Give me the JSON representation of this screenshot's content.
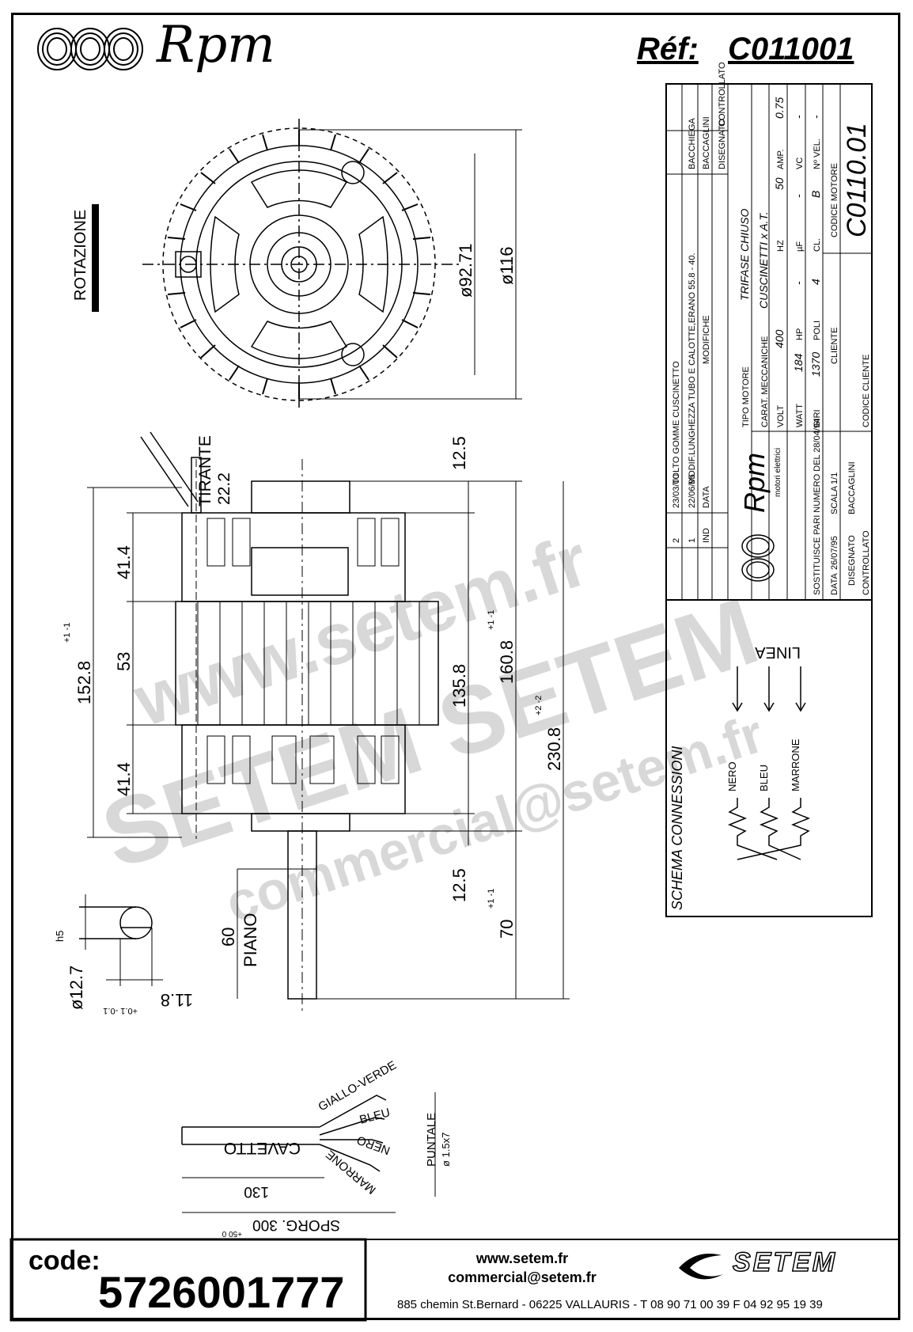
{
  "header": {
    "brand": "Rpm",
    "reference_label": "Réf:",
    "reference_value": "C011001"
  },
  "drawing": {
    "rotation_label": "ROTAZIONE",
    "dim_diameter_inner": "ø92.71",
    "dim_diameter_outer": "ø116",
    "tirante_label": "TIRANTE",
    "dim_22_2": "22.2",
    "dim_12_5_top": "12.5",
    "dim_41_4_top": "41.4",
    "dim_53": "53",
    "dim_41_4_bottom": "41.4",
    "dim_152_8": "152.8",
    "dim_152_8_tol": "+1 -1",
    "dim_135_8": "135.8",
    "dim_160_8": "160.8",
    "dim_160_8_tol": "+1 -1",
    "dim_230_8": "230.8",
    "dim_230_8_tol": "+2 -2",
    "dim_12_5_bottom": "12.5",
    "dim_70": "70",
    "dim_70_tol": "+1 -1",
    "dim_60": "60",
    "piano_label": "PIANO",
    "dim_shaft_diameter": "ø12.7",
    "dim_shaft_fit": "h5",
    "dim_11_8": "11.8",
    "dim_11_8_tol": "+0.1 -0.1"
  },
  "cable": {
    "giallo_verde": "GIALLO-VERDE",
    "bleu": "BLEU",
    "nero": "NERO",
    "marrone": "MARRONE",
    "cavetto": "CAVETTO",
    "puntale": "PUNTALE",
    "puntale_dim": "ø 1.5x7",
    "dim_130": "130",
    "sporg": "SPORG. 300",
    "sporg_tol": "+50 0"
  },
  "title_block": {
    "revisions": [
      {
        "ind": "2",
        "data": "23/03/00",
        "modifiche": "TOLTO GOMME CUSCINETTO"
      },
      {
        "ind": "1",
        "data": "22/06/95",
        "modifiche": "MODIF.LUNGHEZZA TUBO E CALOTTE,ERANO 55.8 - 40."
      }
    ],
    "col_ind": "IND",
    "col_data": "DATA",
    "col_modifiche": "MODIFICHE",
    "col_disegnato": "DISEGNATO",
    "col_controllato": "CONTROLLATO",
    "rev_signers": [
      "BACCHIEGA",
      "BACCAGLINI"
    ],
    "tipo_motore_label": "TIPO MOTORE",
    "tipo_motore": "TRIFASE CHIUSO",
    "carat_label": "CARAT. MECCANICHE",
    "carat": "CUSCINETTI x A.T.",
    "volt_label": "VOLT",
    "volt": "400",
    "hz_label": "HZ",
    "hz": "50",
    "amp_label": "AMP.",
    "amp": "0.75",
    "watt_label": "WATT",
    "watt": "184",
    "hp_label": "HP",
    "hp": "-",
    "uf_label": "µF",
    "uf": "-",
    "vc_label": "VC",
    "vc": "-",
    "giri_label": "GIRI",
    "giri": "1370",
    "poli_label": "POLI",
    "poli": "4",
    "cl_label": "CL.",
    "cl": "B",
    "nvel_label": "Nº VEL.",
    "nvel": "-",
    "cliente_label": "CLIENTE",
    "codice_motore_label": "CODICE MOTORE",
    "codice_motore": "C0110.01",
    "brand": "Rpm",
    "brand_sub": "motori elettrici",
    "sostituisce": "SOSTITUISCE PARI NUMERO DEL 28/04/94",
    "data_label": "DATA",
    "data": "26/07/95",
    "scala_label": "SCALA",
    "scala": "1/1",
    "disegnato_label": "DISEGNATO",
    "disegnato": "BACCAGLINI",
    "controllato_label": "CONTROLLATO",
    "codice_cliente_label": "CODICE CLIENTE"
  },
  "schema": {
    "title": "SCHEMA CONNESSIONI",
    "linea": "LINEA",
    "wires": [
      "NERO",
      "BLEU",
      "MARRONE"
    ]
  },
  "watermark": {
    "line1": "www.setem.fr",
    "line2": "SETEM SETEM",
    "line3": "commercial@setem.fr"
  },
  "footer": {
    "code_label": "code:",
    "code_value": "5726001777",
    "website": "www.setem.fr",
    "email": "commercial@setem.fr",
    "address": "885 chemin St.Bernard  -  06225 VALLAURIS  -  T 08 90 71 00 39   F 04 92 95 19 39",
    "setem_logo": "SETEM"
  }
}
